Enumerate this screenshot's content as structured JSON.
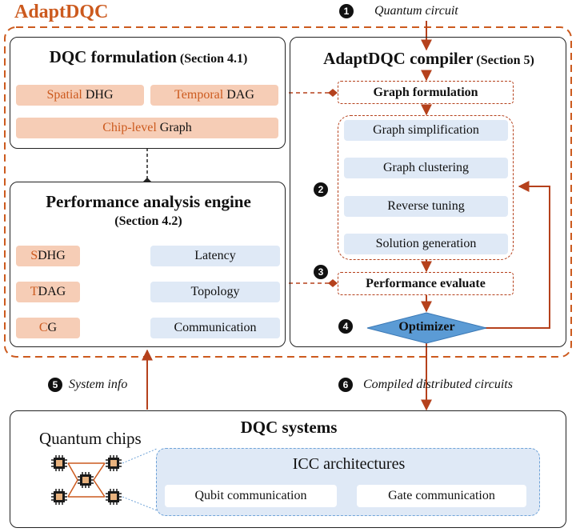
{
  "title": "AdaptDQC",
  "top": {
    "step": "1",
    "label": "Quantum circuit"
  },
  "dqc_formulation": {
    "title": "DQC formulation",
    "section": "(Section 4.1)",
    "spatial": {
      "highlight": "Spatial",
      "rest": " DHG"
    },
    "temporal": {
      "highlight": "Temporal",
      "rest": " DAG"
    },
    "chip": {
      "highlight": "Chip-level",
      "rest": " Graph"
    }
  },
  "perf_engine": {
    "title": "Performance analysis engine",
    "section": "(Section 4.2)",
    "rows": [
      {
        "first": "S",
        "rest": "DHG",
        "target": "Latency"
      },
      {
        "first": "T",
        "rest": "DAG",
        "target": "Topology"
      },
      {
        "first": "C",
        "rest": "G",
        "target": "Communication"
      }
    ]
  },
  "compiler": {
    "title": "AdaptDQC compiler",
    "section": "(Section 5)",
    "graph_formulation": "Graph formulation",
    "steps": [
      "Graph simplification",
      "Graph clustering",
      "Reverse tuning",
      "Solution generation"
    ],
    "step2": "2",
    "step3": "3",
    "perf_eval": "Performance evaluate",
    "step4": "4",
    "optimizer": "Optimizer"
  },
  "system_info": {
    "step": "5",
    "label": "System info"
  },
  "compiled": {
    "step": "6",
    "label": "Compiled distributed circuits"
  },
  "dqc_systems": {
    "title": "DQC systems",
    "chips_label": "Quantum chips",
    "icc_title": "ICC architectures",
    "qubit_comm": "Qubit communication",
    "gate_comm": "Gate communication"
  },
  "colors": {
    "accent": "#cc5a1e",
    "orange_fill": "#f6cdb6",
    "blue_fill": "#dfe9f6",
    "arrow": "#b5411c",
    "optimizer": "#5b9bd5"
  }
}
